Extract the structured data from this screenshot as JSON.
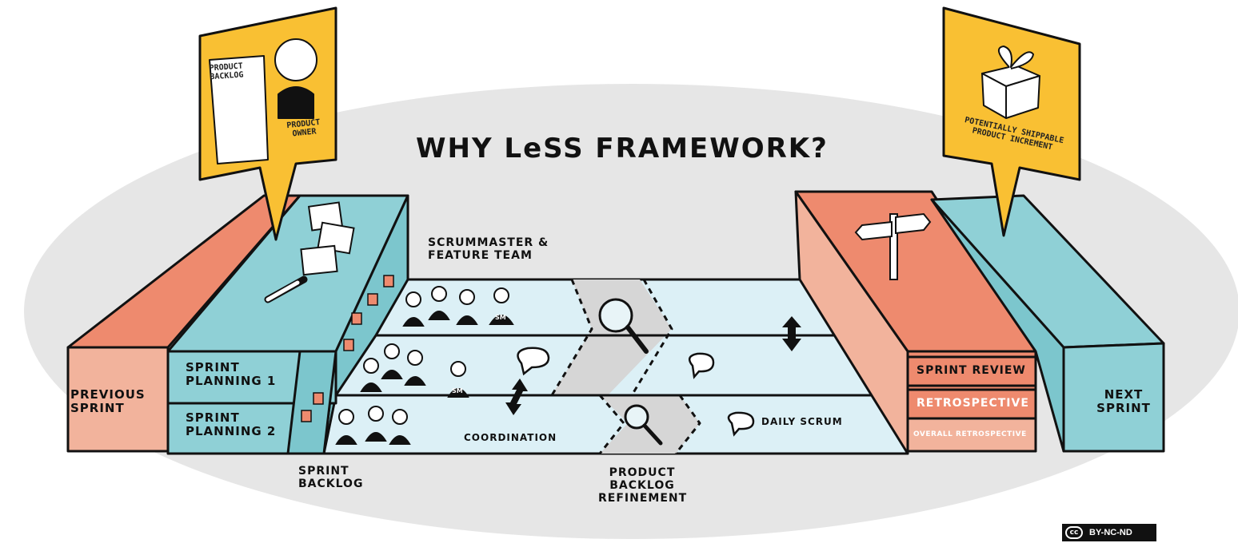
{
  "title": "WHY LeSS FRAMEWORK?",
  "colors": {
    "background_ellipse": "#e6e6e6",
    "teal": "#8fd0d6",
    "coral": "#ee8a6e",
    "coral_light": "#f2b39c",
    "floor": "#dcf0f6",
    "yellow": "#f9c033",
    "ink": "#111111"
  },
  "callouts": {
    "left": {
      "backlog_label": "PRODUCT BACKLOG",
      "owner_label": "PRODUCT OWNER"
    },
    "right": {
      "increment_label": "POTENTIALLY SHIPPABLE PRODUCT INCREMENT"
    }
  },
  "blocks": {
    "previous_sprint": "PREVIOUS SPRINT",
    "sprint_planning_1": "SPRINT PLANNING 1",
    "sprint_planning_2": "SPRINT PLANNING 2",
    "sprint_review": "SPRINT REVIEW",
    "retrospective": "RETROSPECTIVE",
    "overall_retrospective": "OVERALL RETROSPECTIVE",
    "next_sprint": "NEXT SPRINT"
  },
  "lane_labels": {
    "scrummaster_team": "SCRUMMASTER & FEATURE TEAM",
    "coordination": "COORDINATION",
    "daily_scrum": "DAILY SCRUM",
    "sprint_backlog": "SPRINT BACKLOG",
    "product_backlog_refinement": "PRODUCT BACKLOG REFINEMENT"
  },
  "badges": {
    "sm": "SM"
  },
  "license": {
    "badge": "cc",
    "text": "BY-NC-ND"
  }
}
